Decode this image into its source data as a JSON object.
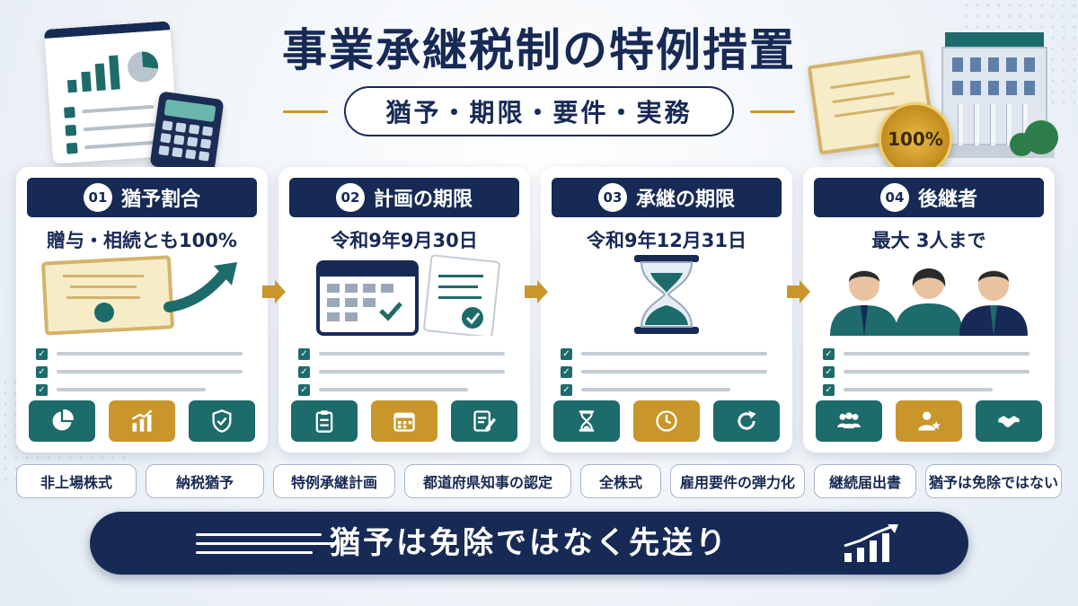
{
  "title": "事業承継税制の特例措置",
  "subtitle": "猶予・期限・要件・実務",
  "badge_text": "100%",
  "colors": {
    "navy": "#172a55",
    "teal": "#1d6b6a",
    "gold": "#c8962a",
    "background": "#eef3f8"
  },
  "cards": [
    {
      "number": "01",
      "title": "猶予割合",
      "value": "贈与・相続とも100%",
      "illustration": "certificate-with-rising-arrow",
      "icons": [
        "pie-chart-icon",
        "bar-chart-icon",
        "shield-check-icon"
      ]
    },
    {
      "number": "02",
      "title": "計画の期限",
      "value": "令和9年9月30日",
      "illustration": "calendar-and-document",
      "icons": [
        "clipboard-icon",
        "calendar-icon",
        "edit-document-icon"
      ]
    },
    {
      "number": "03",
      "title": "承継の期限",
      "value": "令和9年12月31日",
      "illustration": "hourglass",
      "icons": [
        "hourglass-icon",
        "clock-icon",
        "refresh-icon"
      ]
    },
    {
      "number": "04",
      "title": "後継者",
      "value": "最大 3人まで",
      "illustration": "three-successors",
      "icons": [
        "group-icon",
        "person-star-icon",
        "handshake-icon"
      ]
    }
  ],
  "tags": [
    "非上場株式",
    "納税猶予",
    "特例承継計画",
    "都道府県知事の認定",
    "全株式",
    "雇用要件の弾力化",
    "継続届出書",
    "猶予は免除ではない"
  ],
  "banner": "猶予は免除ではなく先送り"
}
